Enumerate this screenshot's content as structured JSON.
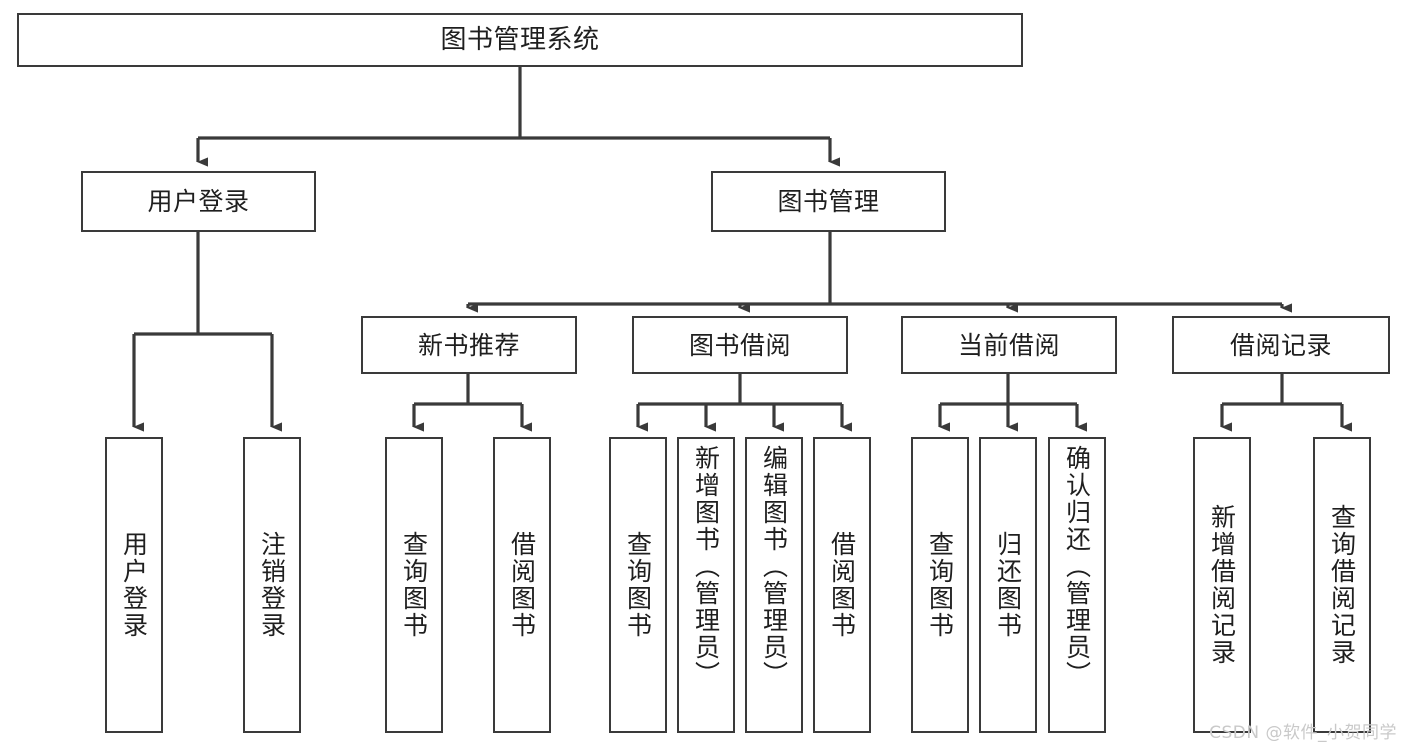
{
  "diagram": {
    "title": "图书管理系统",
    "type": "tree",
    "line_color": "#3a3a3a",
    "box_fill": "#ffffff",
    "text_color": "#1f1f1f",
    "watermark": "CSDN @软件_小贺同学"
  },
  "nodes": {
    "root": {
      "label": "图书管理系统"
    },
    "level2": [
      {
        "label": "用户登录"
      },
      {
        "label": "图书管理"
      }
    ],
    "level3": [
      {
        "label": "新书推荐"
      },
      {
        "label": "图书借阅"
      },
      {
        "label": "当前借阅"
      },
      {
        "label": "借阅记录"
      }
    ],
    "leaves": {
      "user_login": [
        {
          "label": "用户登录"
        },
        {
          "label": "注销登录"
        }
      ],
      "new_book": [
        {
          "label": "查询图书"
        },
        {
          "label": "借阅图书"
        }
      ],
      "book_borrow": [
        {
          "label": "查询图书"
        },
        {
          "label": "新增图书（管理员）"
        },
        {
          "label": "编辑图书（管理员）"
        },
        {
          "label": "借阅图书"
        }
      ],
      "current_borrow": [
        {
          "label": "查询图书"
        },
        {
          "label": "归还图书"
        },
        {
          "label": "确认归还（管理员）"
        }
      ],
      "borrow_record": [
        {
          "label": "新增借阅记录"
        },
        {
          "label": "查询借阅记录"
        }
      ]
    }
  }
}
